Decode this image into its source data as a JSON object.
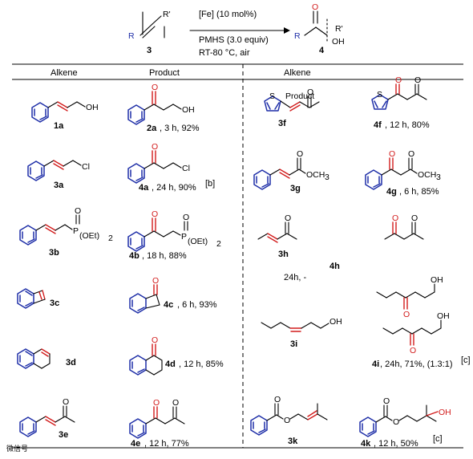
{
  "scheme": {
    "substrate_label": "3",
    "product_label": "4",
    "r_group": "R",
    "r_prime": "R'",
    "oh": "OH",
    "conditions": [
      "[Fe] (10 mol%)",
      "PMHS (3.0 equiv)",
      "RT-80 °C, air"
    ]
  },
  "headers": {
    "alkene_left": "Alkene",
    "product_left": "Product",
    "alkene_right": "Alkene",
    "product_right": "Product"
  },
  "entries": [
    {
      "alkene": "1a",
      "product": "2a",
      "result": ", 3 h, 92%"
    },
    {
      "alkene": "3a",
      "product": "4a",
      "result": ", 24 h, 90%",
      "note": "[b]"
    },
    {
      "alkene": "3b",
      "product": "4b",
      "result": ", 18 h, 88%"
    },
    {
      "alkene": "3c",
      "product": "4c",
      "result": ", 6 h, 93%"
    },
    {
      "alkene": "3d",
      "product": "4d",
      "result": ", 12 h, 85%"
    },
    {
      "alkene": "3e",
      "product": "4e",
      "result": ", 12 h, 77%"
    },
    {
      "alkene": "3f",
      "product": "4f",
      "result": ", 12 h, 80%"
    },
    {
      "alkene": "3g",
      "product": "4g",
      "result": ", 6 h, 85%"
    },
    {
      "alkene": "3h",
      "product": "4h",
      "result": "24h, -"
    },
    {
      "alkene": "3i",
      "product": "4i",
      "result": ", 24h, 71%, (1.3:1)",
      "note": "[c]"
    },
    {
      "alkene": "3k",
      "product": "4k",
      "result": ", 12 h, 50%",
      "note": "[c]"
    }
  ],
  "atoms": {
    "oh": "OH",
    "cl": "Cl",
    "o": "O",
    "p": "P",
    "oet2": "(OEt)",
    "sub2": "2",
    "s": "S",
    "och3": "OCH",
    "sub3": "3"
  },
  "watermark": "微信号"
}
